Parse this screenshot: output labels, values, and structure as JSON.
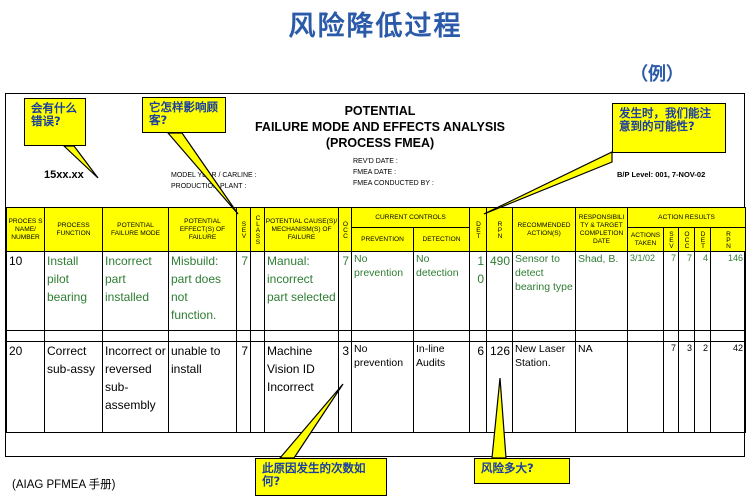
{
  "title": "风险降低过程",
  "example_label": "（例）",
  "footnote": "(AIAG PFMEA 手册)",
  "form": {
    "title_lines": [
      "POTENTIAL",
      "FAILURE MODE AND EFFECTS ANALYSIS",
      "(PROCESS FMEA)"
    ],
    "part_number": "15xx.xx",
    "model_year": "MODEL YEAR / CARLINE :",
    "production_plant": "PRODUCTION PLANT :",
    "revd_date": "REV'D DATE :",
    "fmea_date": "FMEA DATE :",
    "fmea_conducted_by": "FMEA CONDUCTED BY :",
    "bp_level": "B/P Level: 001, 7-NOV-02"
  },
  "table": {
    "headers": {
      "process_name": "PROCES S NAME/ NUMBER",
      "process_function": "PROCESS FUNCTION",
      "failure_mode": "POTENTIAL FAILURE MODE",
      "effects": "POTENTIAL EFFECT(S) OF FAILURE",
      "sev": "SEV",
      "class": "CLASS",
      "causes": "POTENTIAL CAUSE(S)/ MECHANISM(S) OF FAILURE",
      "occ": "OCC",
      "current_controls": "CURRENT CONTROLS",
      "prevention": "PREVENTION",
      "detection": "DETECTION",
      "det": "DET",
      "rpn": "RPN",
      "recommended_actions": "RECOMMENDED ACTION(S)",
      "responsibility": "RESPONSIBILI TY & TARGET COMPLETION DATE",
      "action_results": "ACTION RESULTS",
      "actions_taken": "ACTIONS TAKEN",
      "r_sev": "SEV",
      "r_occ": "OCC",
      "r_det": "DET",
      "r_rpn": "RPN"
    },
    "rows": [
      {
        "process_name": "10",
        "process_function": "Install pilot bearing",
        "failure_mode": "Incorrect part installed",
        "effects": "Misbuild: part does not function.",
        "sev": "7",
        "class": "",
        "causes": "Manual: incorrect part selected",
        "occ": "7",
        "prevention": "No prevention",
        "detection": "No detection",
        "det": "10",
        "rpn": "490",
        "recommended_actions": "Sensor to detect bearing type",
        "responsibility": "Shad, B.",
        "actions_taken": "3/1/02",
        "r_sev": "7",
        "r_occ": "7",
        "r_det": "4",
        "r_rpn": "146"
      },
      {
        "process_name": "20",
        "process_function": "Correct sub-assy",
        "failure_mode": "Incorrect or reversed sub-assembly",
        "effects": "unable to install",
        "sev": "7",
        "class": "",
        "causes": "Machine Vision ID Incorrect",
        "occ": "3",
        "prevention": "No prevention",
        "detection": "In-line Audits",
        "det": "6",
        "rpn": "126",
        "recommended_actions": "New Laser Station.",
        "responsibility": "NA",
        "actions_taken": "",
        "r_sev": "7",
        "r_occ": "3",
        "r_det": "2",
        "r_rpn": "42"
      }
    ]
  },
  "callouts": {
    "what_wrong": "会有什么错误?",
    "how_affect": "它怎样影响顾客?",
    "when_noticed": "发生时，我们能注意到的可能性?",
    "how_often": "此原因发生的次数如何?",
    "how_risky": "风险多大?"
  },
  "colors": {
    "title": "#2b5aa8",
    "callout_bg": "#ffff00",
    "callout_text": "#1b3fa0",
    "row1_text": "#2e7d32",
    "header_bg": "#ffff00"
  }
}
